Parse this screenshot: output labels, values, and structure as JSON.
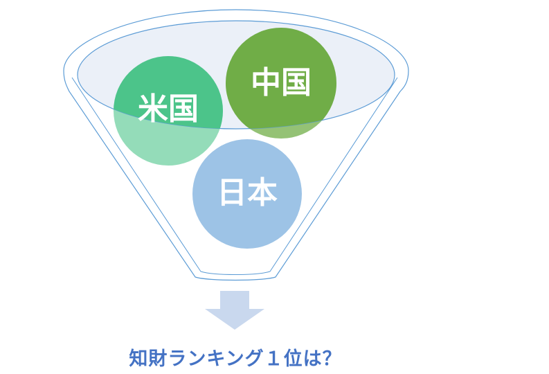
{
  "funnel": {
    "items": [
      {
        "label": "米国",
        "color": "#4cc48a"
      },
      {
        "label": "中国",
        "color": "#70ad47"
      },
      {
        "label": "日本",
        "color": "#9dc3e6"
      }
    ],
    "rim_color": "#dae3f3",
    "outline_color": "#5b9bd5",
    "arrow_color": "#c9d8ee"
  },
  "caption": "知財ランキング１位は？"
}
